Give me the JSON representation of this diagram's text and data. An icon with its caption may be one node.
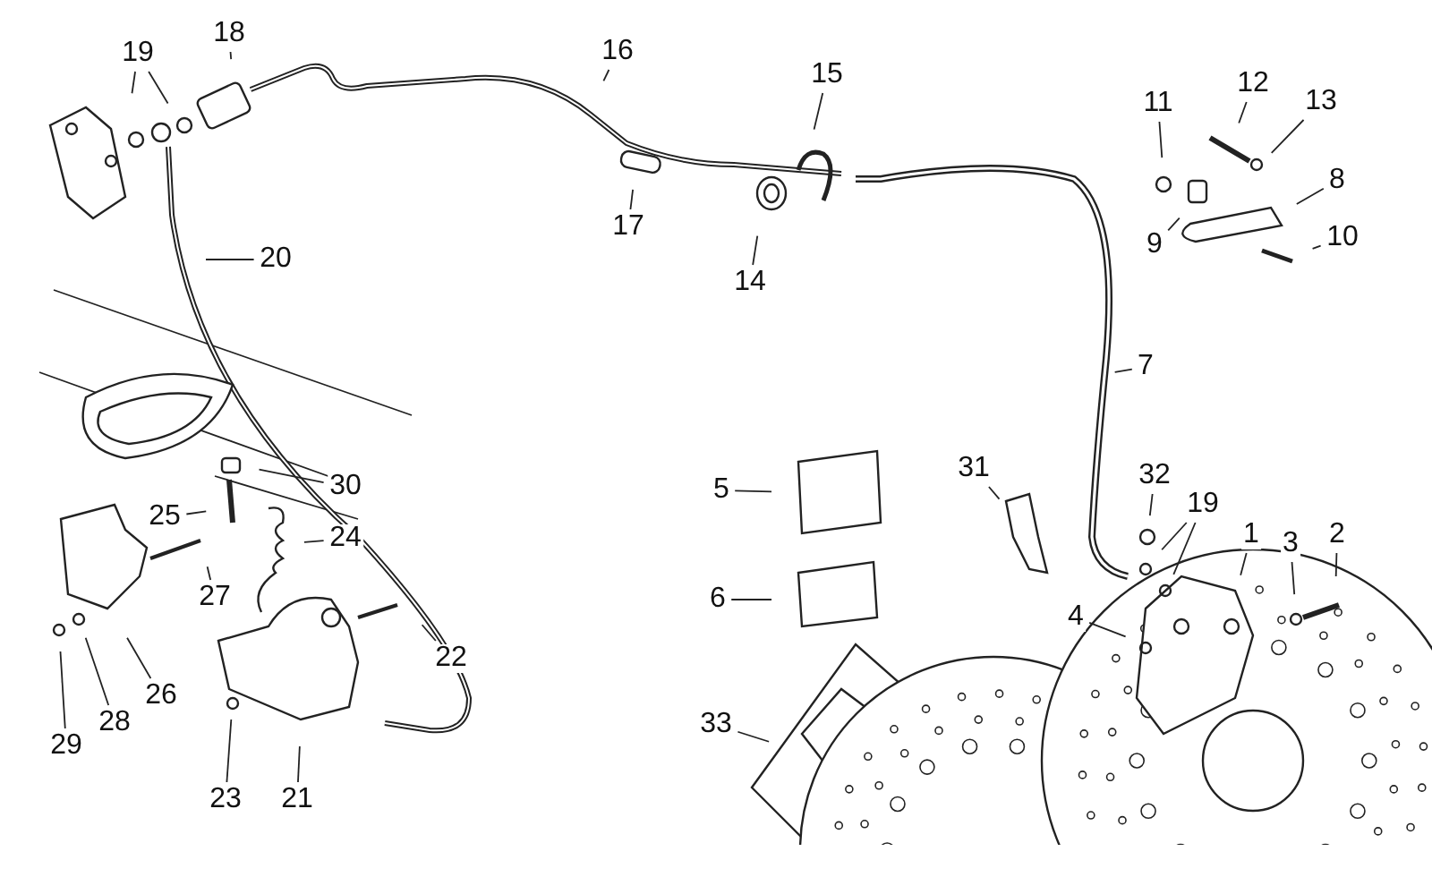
{
  "diagram": {
    "nodes": [
      {
        "text": [
          "19"
        ]
      },
      {
        "text": [
          "18"
        ]
      },
      {
        "text": [
          "16"
        ]
      },
      {
        "text": [
          "15"
        ]
      },
      {
        "text": [
          "12"
        ]
      },
      {
        "text": [
          "11"
        ]
      },
      {
        "text": [
          "13"
        ]
      },
      {
        "text": [
          "8"
        ]
      },
      {
        "text": [
          "17"
        ]
      },
      {
        "text": [
          "9"
        ]
      },
      {
        "text": [
          "10"
        ]
      },
      {
        "text": [
          "20"
        ]
      },
      {
        "text": [
          "14"
        ]
      },
      {
        "text": [
          "7"
        ]
      },
      {
        "text": [
          "31"
        ]
      },
      {
        "text": [
          "32"
        ]
      },
      {
        "text": [
          "30"
        ]
      },
      {
        "text": [
          "5"
        ]
      },
      {
        "text": [
          "25"
        ]
      },
      {
        "text": [
          "19"
        ]
      },
      {
        "text": [
          "1"
        ]
      },
      {
        "text": [
          "2"
        ]
      },
      {
        "text": [
          "3"
        ]
      },
      {
        "text": [
          "24"
        ]
      },
      {
        "text": [
          "27"
        ]
      },
      {
        "text": [
          "6"
        ]
      },
      {
        "text": [
          "4"
        ]
      },
      {
        "text": [
          "22"
        ]
      },
      {
        "text": [
          "26"
        ]
      },
      {
        "text": [
          "28"
        ]
      },
      {
        "text": [
          "33"
        ]
      },
      {
        "text": [
          "29"
        ]
      },
      {
        "text": [
          "23"
        ]
      },
      {
        "text": [
          "21"
        ]
      }
    ],
    "edges": [
      {
        "from": 0,
        "to": null,
        "arrow": "none"
      },
      {
        "from": 1,
        "to": null,
        "arrow": "none"
      },
      {
        "from": 2,
        "to": null,
        "arrow": "none"
      },
      {
        "from": 3,
        "to": null,
        "arrow": "none"
      },
      {
        "from": 4,
        "to": null,
        "arrow": "none"
      },
      {
        "from": 5,
        "to": null,
        "arrow": "none"
      },
      {
        "from": 6,
        "to": null,
        "arrow": "none"
      },
      {
        "from": 7,
        "to": null,
        "arrow": "none"
      },
      {
        "from": 8,
        "to": null,
        "arrow": "none"
      },
      {
        "from": 9,
        "to": null,
        "arrow": "none"
      },
      {
        "from": 10,
        "to": null,
        "arrow": "none"
      },
      {
        "from": 11,
        "to": null,
        "arrow": "none"
      },
      {
        "from": 12,
        "to": null,
        "arrow": "none"
      },
      {
        "from": 13,
        "to": null,
        "arrow": "none"
      },
      {
        "from": 14,
        "to": null,
        "arrow": "none"
      },
      {
        "from": 15,
        "to": null,
        "arrow": "none"
      },
      {
        "from": 16,
        "to": null,
        "arrow": "none"
      },
      {
        "from": 17,
        "to": null,
        "arrow": "none"
      },
      {
        "from": 18,
        "to": null,
        "arrow": "none"
      },
      {
        "from": 19,
        "to": null,
        "arrow": "none"
      },
      {
        "from": 20,
        "to": null,
        "arrow": "none"
      },
      {
        "from": 21,
        "to": null,
        "arrow": "none"
      },
      {
        "from": 22,
        "to": null,
        "arrow": "none"
      },
      {
        "from": 23,
        "to": null,
        "arrow": "none"
      },
      {
        "from": 24,
        "to": null,
        "arrow": "none"
      },
      {
        "from": 25,
        "to": null,
        "arrow": "none"
      },
      {
        "from": 26,
        "to": null,
        "arrow": "none"
      },
      {
        "from": 27,
        "to": null,
        "arrow": "none"
      },
      {
        "from": 28,
        "to": null,
        "arrow": "none"
      },
      {
        "from": 29,
        "to": null,
        "arrow": "none"
      },
      {
        "from": 30,
        "to": null,
        "arrow": "none"
      },
      {
        "from": 31,
        "to": null,
        "arrow": "none"
      },
      {
        "from": 32,
        "to": null,
        "arrow": "none"
      },
      {
        "from": 33,
        "to": null,
        "arrow": "none"
      },
      {
        "from": 0,
        "to": null,
        "arrow": "none"
      },
      {
        "from": 19,
        "to": null,
        "arrow": "none"
      }
    ]
  }
}
